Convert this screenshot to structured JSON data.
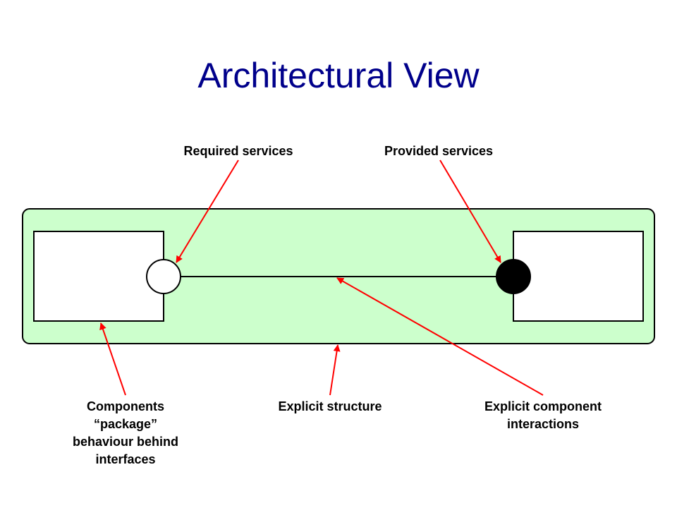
{
  "slide": {
    "title": "Architectural View"
  },
  "labels": {
    "required_services": "Required services",
    "provided_services": "Provided services",
    "components": [
      "Components",
      "“package”",
      "behaviour behind",
      "interfaces"
    ],
    "explicit_structure": "Explicit structure",
    "explicit_interactions": [
      "Explicit component",
      "interactions"
    ]
  },
  "colors": {
    "title": "#00008b",
    "container_fill": "#ccffcc",
    "arrow": "#ff0000",
    "outline": "#000000"
  }
}
